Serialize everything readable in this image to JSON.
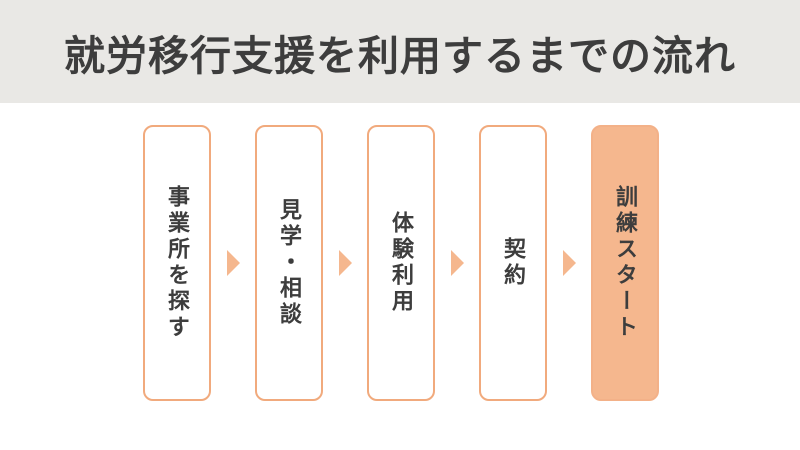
{
  "header": {
    "title": "就労移行支援を利用するまでの流れ"
  },
  "flow": {
    "steps": [
      {
        "label": "事業所を探す",
        "highlighted": false
      },
      {
        "label": "見学・相談",
        "highlighted": false
      },
      {
        "label": "体験利用",
        "highlighted": false
      },
      {
        "label": "契約",
        "highlighted": false
      },
      {
        "label": "訓練スタート",
        "highlighted": true
      }
    ],
    "arrow_icon": "right-triangle",
    "arrow_count": 4
  },
  "colors": {
    "page_background": "#ffffff",
    "banner_background": "#e9e8e5",
    "text": "#3d3d3d",
    "box_border": "#f1aa7d",
    "box_fill": "#ffffff",
    "highlight_fill": "#f5b78e",
    "arrow": "#f5b78e"
  }
}
